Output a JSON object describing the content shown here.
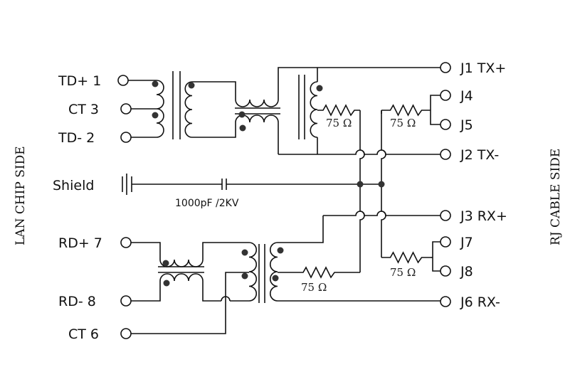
{
  "left_pins": {
    "td_plus": "TD+ 1",
    "ct3": "CT 3",
    "td_minus": "TD- 2",
    "shield": "Shield",
    "rd_plus": "RD+ 7",
    "rd_minus": "RD- 8",
    "ct6": "CT 6"
  },
  "right_pins": {
    "j1": "J1 TX+",
    "j4": "J4",
    "j5": "J5",
    "j2": "J2 TX-",
    "j3": "J3 RX+",
    "j7": "J7",
    "j8": "J8",
    "j6": "J6 RX-"
  },
  "capacitor_label": "1000pF /2KV",
  "resistor_label": "75 Ω",
  "side_labels": {
    "left": "LAN CHIP SIDE",
    "right": "RJ CABLE SIDE"
  },
  "colors": {
    "line": "#111111",
    "background": "#ffffff"
  }
}
